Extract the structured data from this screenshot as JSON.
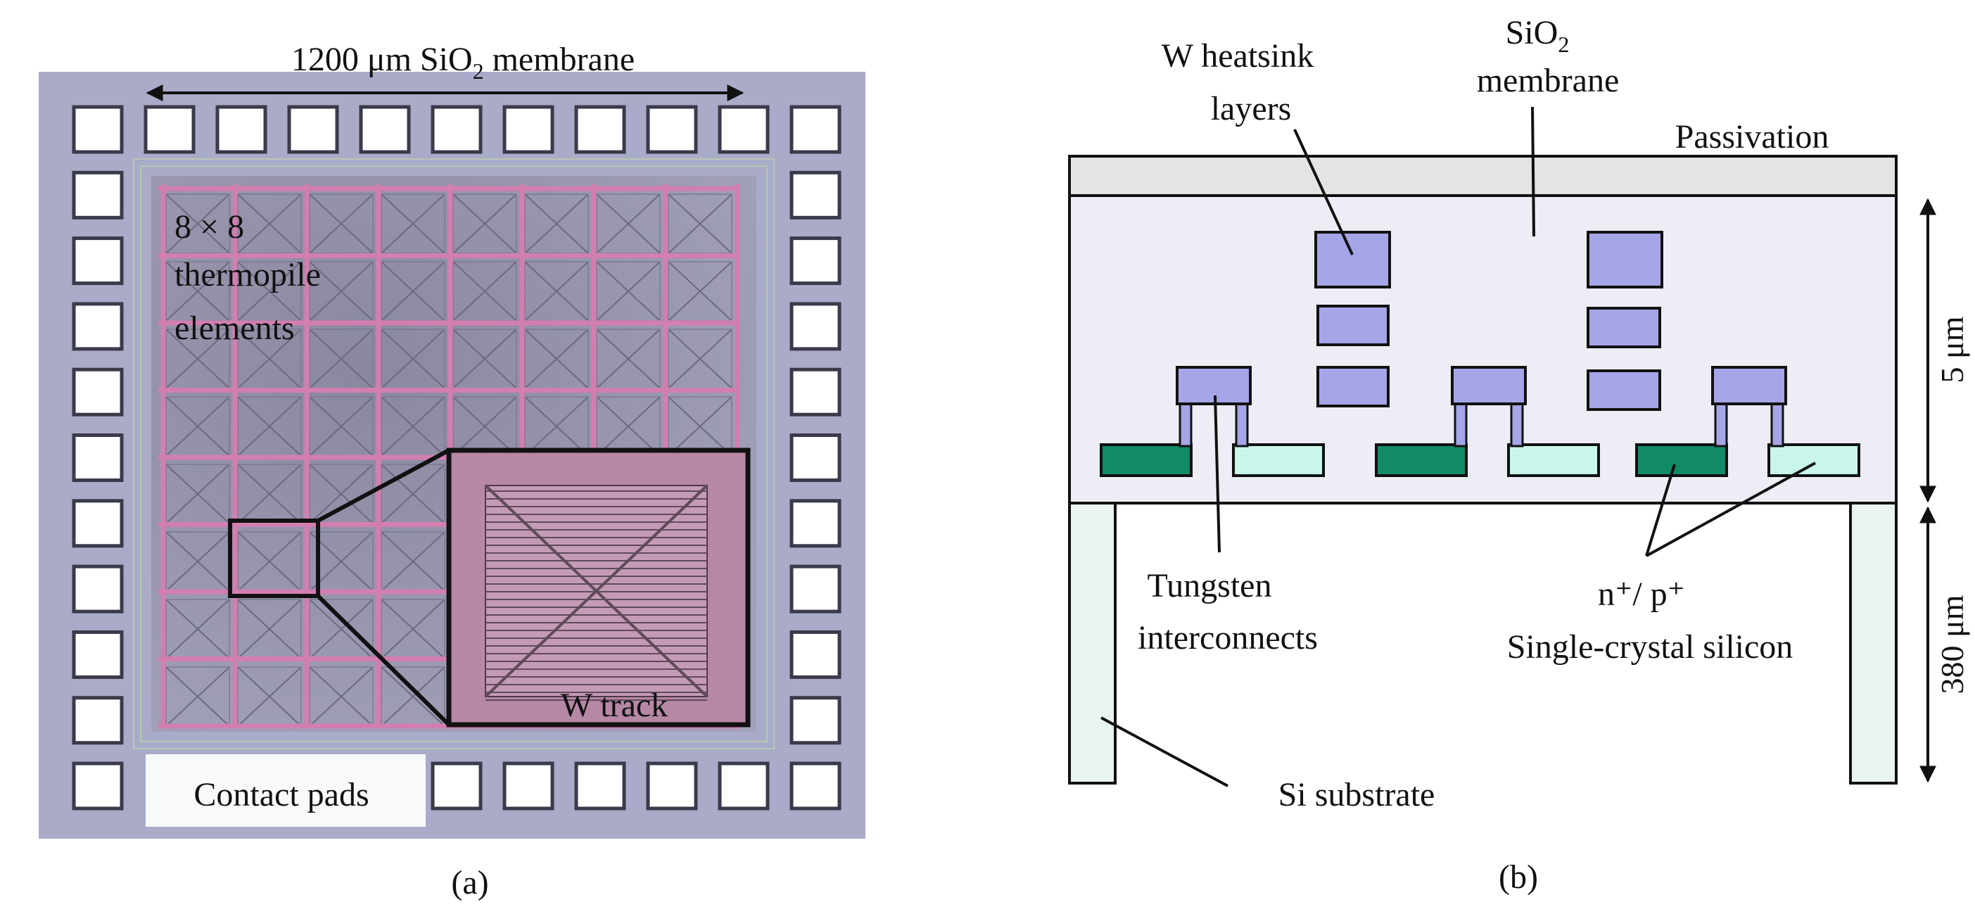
{
  "panel_a": {
    "caption": "(a)",
    "membrane_label_prefix": "1200 μm SiO",
    "membrane_label_sub": "2",
    "membrane_label_suffix": " membrane",
    "array_label": [
      "8 × 8",
      "thermopile",
      "elements"
    ],
    "inset_label": "W track",
    "pads_label": "Contact pads",
    "colors": {
      "die": "#a9abc9",
      "pad": "#ffffff",
      "pad_border": "#3a3a4a",
      "track": "#d27fb0",
      "membrane": "#8f8ea6"
    }
  },
  "panel_b": {
    "caption": "(b)",
    "labels": {
      "heatsink": [
        "W heatsink",
        "layers"
      ],
      "sio2_prefix": "SiO",
      "sio2_sub": "2",
      "sio2_line2": "membrane",
      "passivation": "Passivation",
      "thickness_top": "5 μm",
      "thickness_bottom": "380 μm",
      "tungsten": [
        "Tungsten",
        "interconnects"
      ],
      "doping": "n⁺/ p⁺",
      "silicon": "Single-crystal  silicon",
      "substrate": "Si substrate"
    },
    "colors": {
      "passivation": "#e4e4e4",
      "membrane": "#ededf6",
      "tungsten": "#a5a5e8",
      "n_plus": "#118a66",
      "p_plus": "#c9f6ea",
      "substrate": "#eaf4ee"
    }
  }
}
